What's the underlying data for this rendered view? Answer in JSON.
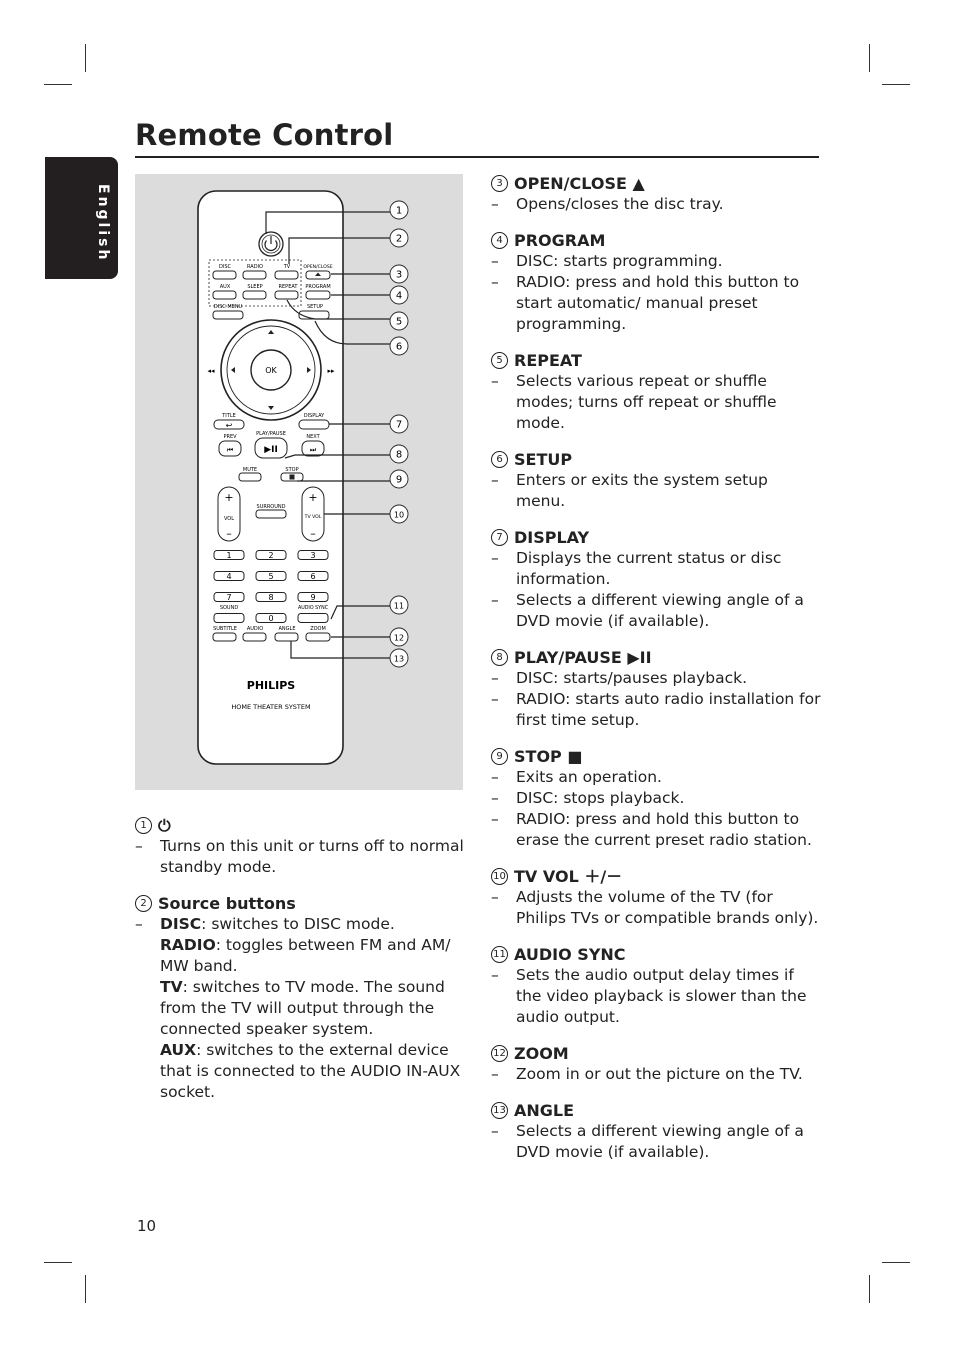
{
  "page": {
    "title": "Remote Control",
    "side_tab": "English",
    "page_number": "10"
  },
  "remote": {
    "brand": "PHILIPS",
    "subtitle": "HOME THEATER SYSTEM",
    "labels": {
      "disc": "DISC",
      "radio": "RADIO",
      "tv": "TV",
      "open_close": "OPEN/CLOSE",
      "aux": "AUX",
      "sleep": "SLEEP",
      "repeat": "REPEAT",
      "program": "PROGRAM",
      "disc_menu": "DISC MENU",
      "setup": "SETUP",
      "ok": "OK",
      "title": "TITLE",
      "display": "DISPLAY",
      "prev": "PREV",
      "play_pause": "PLAY/PAUSE",
      "next": "NEXT",
      "mute": "MUTE",
      "stop": "STOP",
      "vol": "VOL",
      "surround": "SURROUND",
      "tv_vol": "TV VOL",
      "sound": "SOUND",
      "audio_sync": "AUDIO SYNC",
      "subtitle": "SUBTITLE",
      "audio": "AUDIO",
      "angle": "ANGLE",
      "zoom": "ZOOM"
    },
    "digits": [
      "1",
      "2",
      "3",
      "4",
      "5",
      "6",
      "7",
      "8",
      "9",
      "0"
    ],
    "callouts": [
      "1",
      "2",
      "3",
      "4",
      "5",
      "6",
      "7",
      "8",
      "9",
      "10",
      "11",
      "12",
      "13"
    ]
  },
  "left_items": [
    {
      "num": "1",
      "title": "⏻",
      "lines": [
        "Turns on this unit or turns off to normal standby mode."
      ]
    },
    {
      "num": "2",
      "title": "Source buttons"
    }
  ],
  "source": {
    "disc_b": "DISC",
    "disc_t": ": switches to DISC mode.",
    "radio_b": "RADIO",
    "radio_t": ": toggles between FM and AM/ MW band.",
    "tv_b": "TV",
    "tv_t": ": switches to TV mode. The sound from the TV will output through the connected speaker system.",
    "aux_b": "AUX",
    "aux_t": ": switches to the external device that is connected to the AUDIO IN-AUX socket."
  },
  "right_items": [
    {
      "num": "3",
      "title": "OPEN/CLOSE ▲",
      "lines": [
        "Opens/closes the disc tray."
      ]
    },
    {
      "num": "4",
      "title": "PROGRAM",
      "lines": [
        "DISC: starts programming.",
        "RADIO: press and hold this button to start automatic/ manual preset programming."
      ]
    },
    {
      "num": "5",
      "title": "REPEAT",
      "lines": [
        "Selects various repeat or shuffle modes; turns off repeat or shuffle mode."
      ]
    },
    {
      "num": "6",
      "title": "SETUP",
      "lines": [
        "Enters or exits the system setup menu."
      ]
    },
    {
      "num": "7",
      "title": "DISPLAY",
      "lines": [
        "Displays the current status or disc information.",
        "Selects a different viewing angle of a DVD movie (if available)."
      ]
    },
    {
      "num": "8",
      "title": "PLAY/PAUSE ▶II",
      "lines": [
        "DISC: starts/pauses playback.",
        "RADIO: starts auto radio installation for first time setup."
      ]
    },
    {
      "num": "9",
      "title": "STOP ■",
      "lines": [
        "Exits an operation.",
        "DISC: stops playback.",
        "RADIO: press and hold this button to erase the current preset radio station."
      ]
    },
    {
      "num": "10",
      "title": "TV VOL ＋/－",
      "lines": [
        "Adjusts the volume of the TV (for Philips TVs or compatible brands only)."
      ]
    },
    {
      "num": "11",
      "title": "AUDIO SYNC",
      "lines": [
        "Sets the audio output delay times if the video playback is slower than the audio output."
      ]
    },
    {
      "num": "12",
      "title": "ZOOM",
      "lines": [
        "Zoom in or out the picture on the TV."
      ]
    },
    {
      "num": "13",
      "title": "ANGLE",
      "lines": [
        "Selects a different viewing angle of a DVD movie (if available)."
      ]
    }
  ]
}
